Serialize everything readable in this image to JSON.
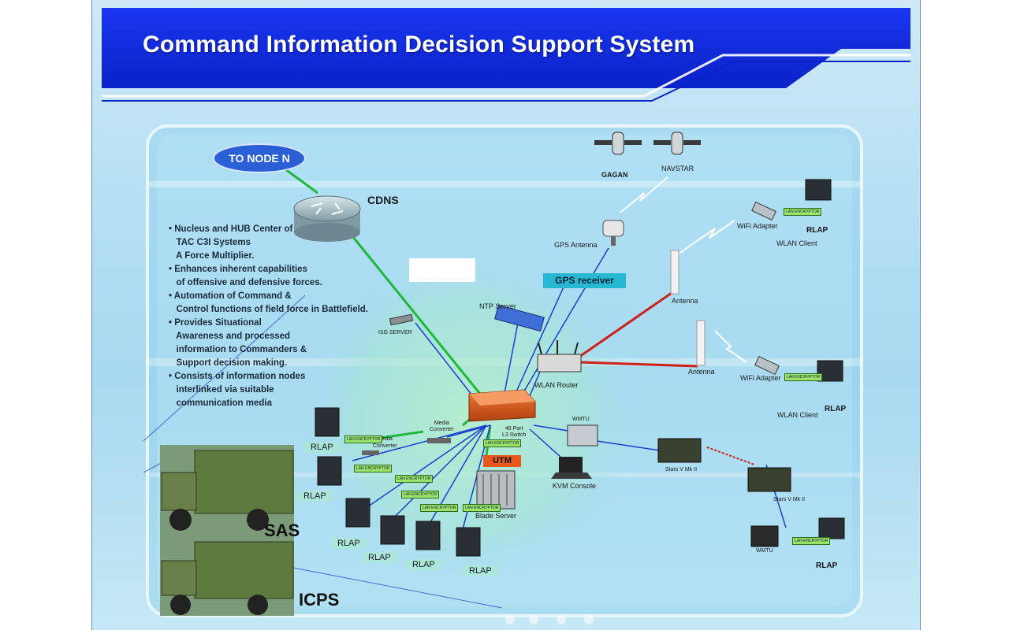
{
  "title": "Command Information Decision Support System",
  "node_n": "TO NODE N",
  "bullets": [
    "• Nucleus and HUB Center of",
    "   TAC C3I Systems",
    "   A Force Multiplier.",
    "• Enhances inherent capabilities",
    "   of offensive and defensive forces.",
    "• Automation of Command &",
    "   Control functions of field force in Battlefield.",
    "• Provides Situational",
    "   Awareness and processed",
    "   information to Commanders &",
    "   Support decision making.",
    "• Consists of information nodes",
    "   interlinked via suitable",
    "   communication media"
  ],
  "labels": {
    "cdns": "CDNS",
    "gagan": "GAGAN",
    "navstar": "NAVSTAR",
    "gps_antenna": "GPS Antenna",
    "gps_receiver": "GPS receiver",
    "ntp_server": "NTP Server",
    "isg_server": "ISG SERVER",
    "wlan_router": "WLAN Router",
    "antenna_1": "Antenna",
    "antenna_2": "Antenna",
    "wifi_adapter_1": "WiFi Adapter",
    "wifi_adapter_2": "WiFi Adapter",
    "wlan_client_1": "WLAN Client",
    "wlan_client_2": "WLAN Client",
    "switch": "48 Port\nL3 Switch",
    "utm": "UTM",
    "blade_server": "Blade Server",
    "kvm_console": "KVM Console",
    "wmtu_1": "WMTU",
    "wmtu_2": "WMTU",
    "stars_1": "Stars V Mk II",
    "stars_2": "Stars V Mk II",
    "media_converter_1": "Media\nConverter",
    "media_converter_2": "Media\nConverter",
    "sas": "SAS",
    "icps": "ICPS",
    "rlap": "RLAP",
    "lan_encryptor": "LAN ENCRYPTOR"
  },
  "colors": {
    "header_blue": "#0a2fe0",
    "green_link": "#1fb83a",
    "red_link": "#d0201a",
    "blue_link": "#1a3fd0",
    "utm_orange": "#e8581b",
    "gps_teal": "#27b9d3"
  }
}
